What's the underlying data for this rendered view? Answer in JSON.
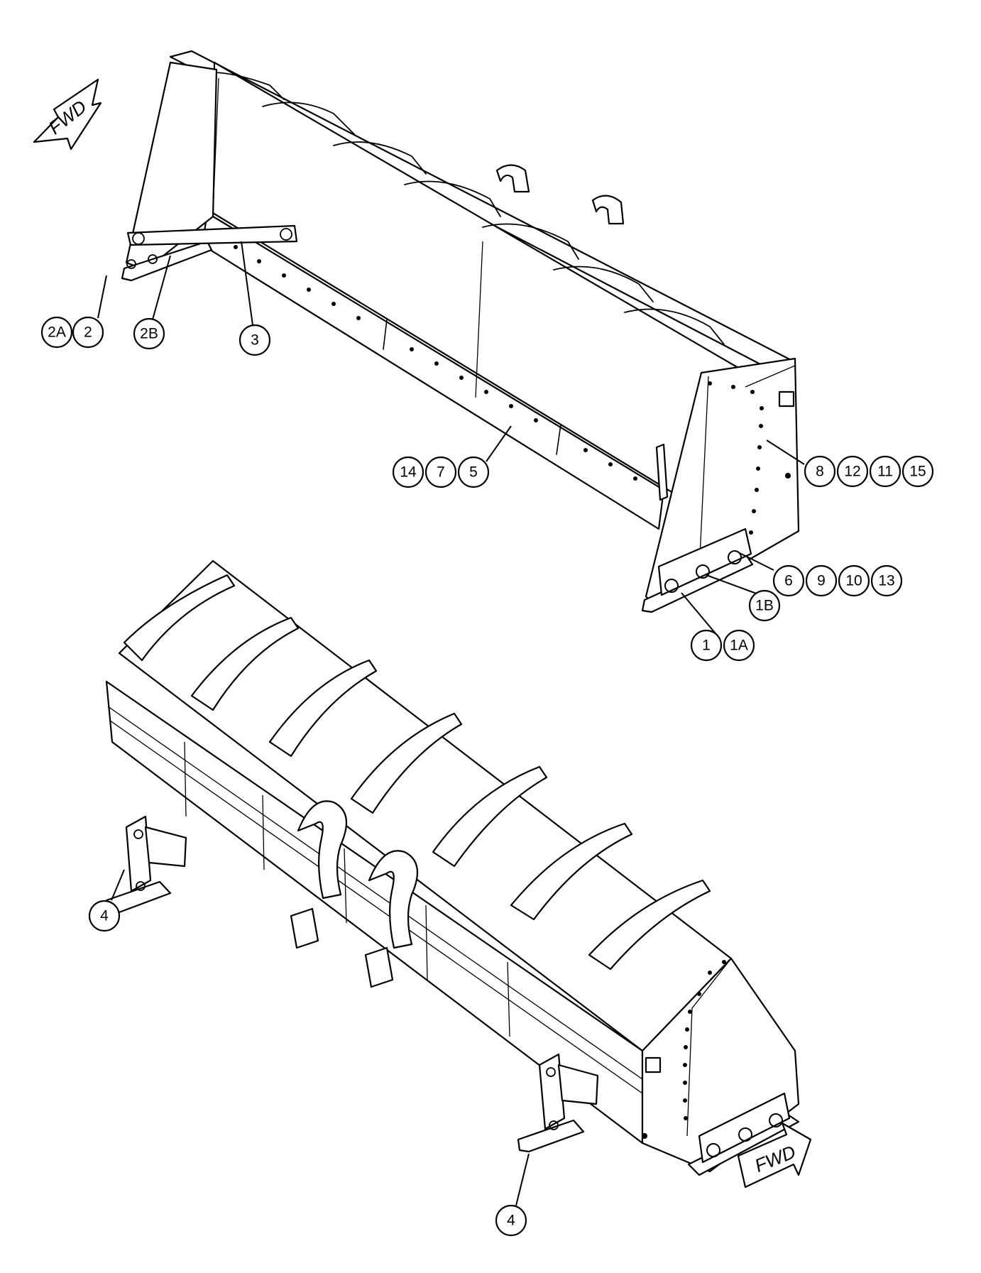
{
  "arrows": [
    {
      "id": "fwd-arrow-top",
      "label": "FWD"
    },
    {
      "id": "fwd-arrow-bottom",
      "label": "FWD"
    }
  ],
  "callouts": {
    "group_2a_2": [
      "2A",
      "2"
    ],
    "group_2b": [
      "2B"
    ],
    "group_3": [
      "3"
    ],
    "group_14_7_5": [
      "14",
      "7",
      "5"
    ],
    "group_8_12_11_15": [
      "8",
      "12",
      "11",
      "15"
    ],
    "group_6_9_10_13": [
      "6",
      "9",
      "10",
      "13"
    ],
    "group_1b": [
      "1B"
    ],
    "group_1_1a": [
      "1",
      "1A"
    ],
    "group_4_left": [
      "4"
    ],
    "group_4_right": [
      "4"
    ]
  }
}
